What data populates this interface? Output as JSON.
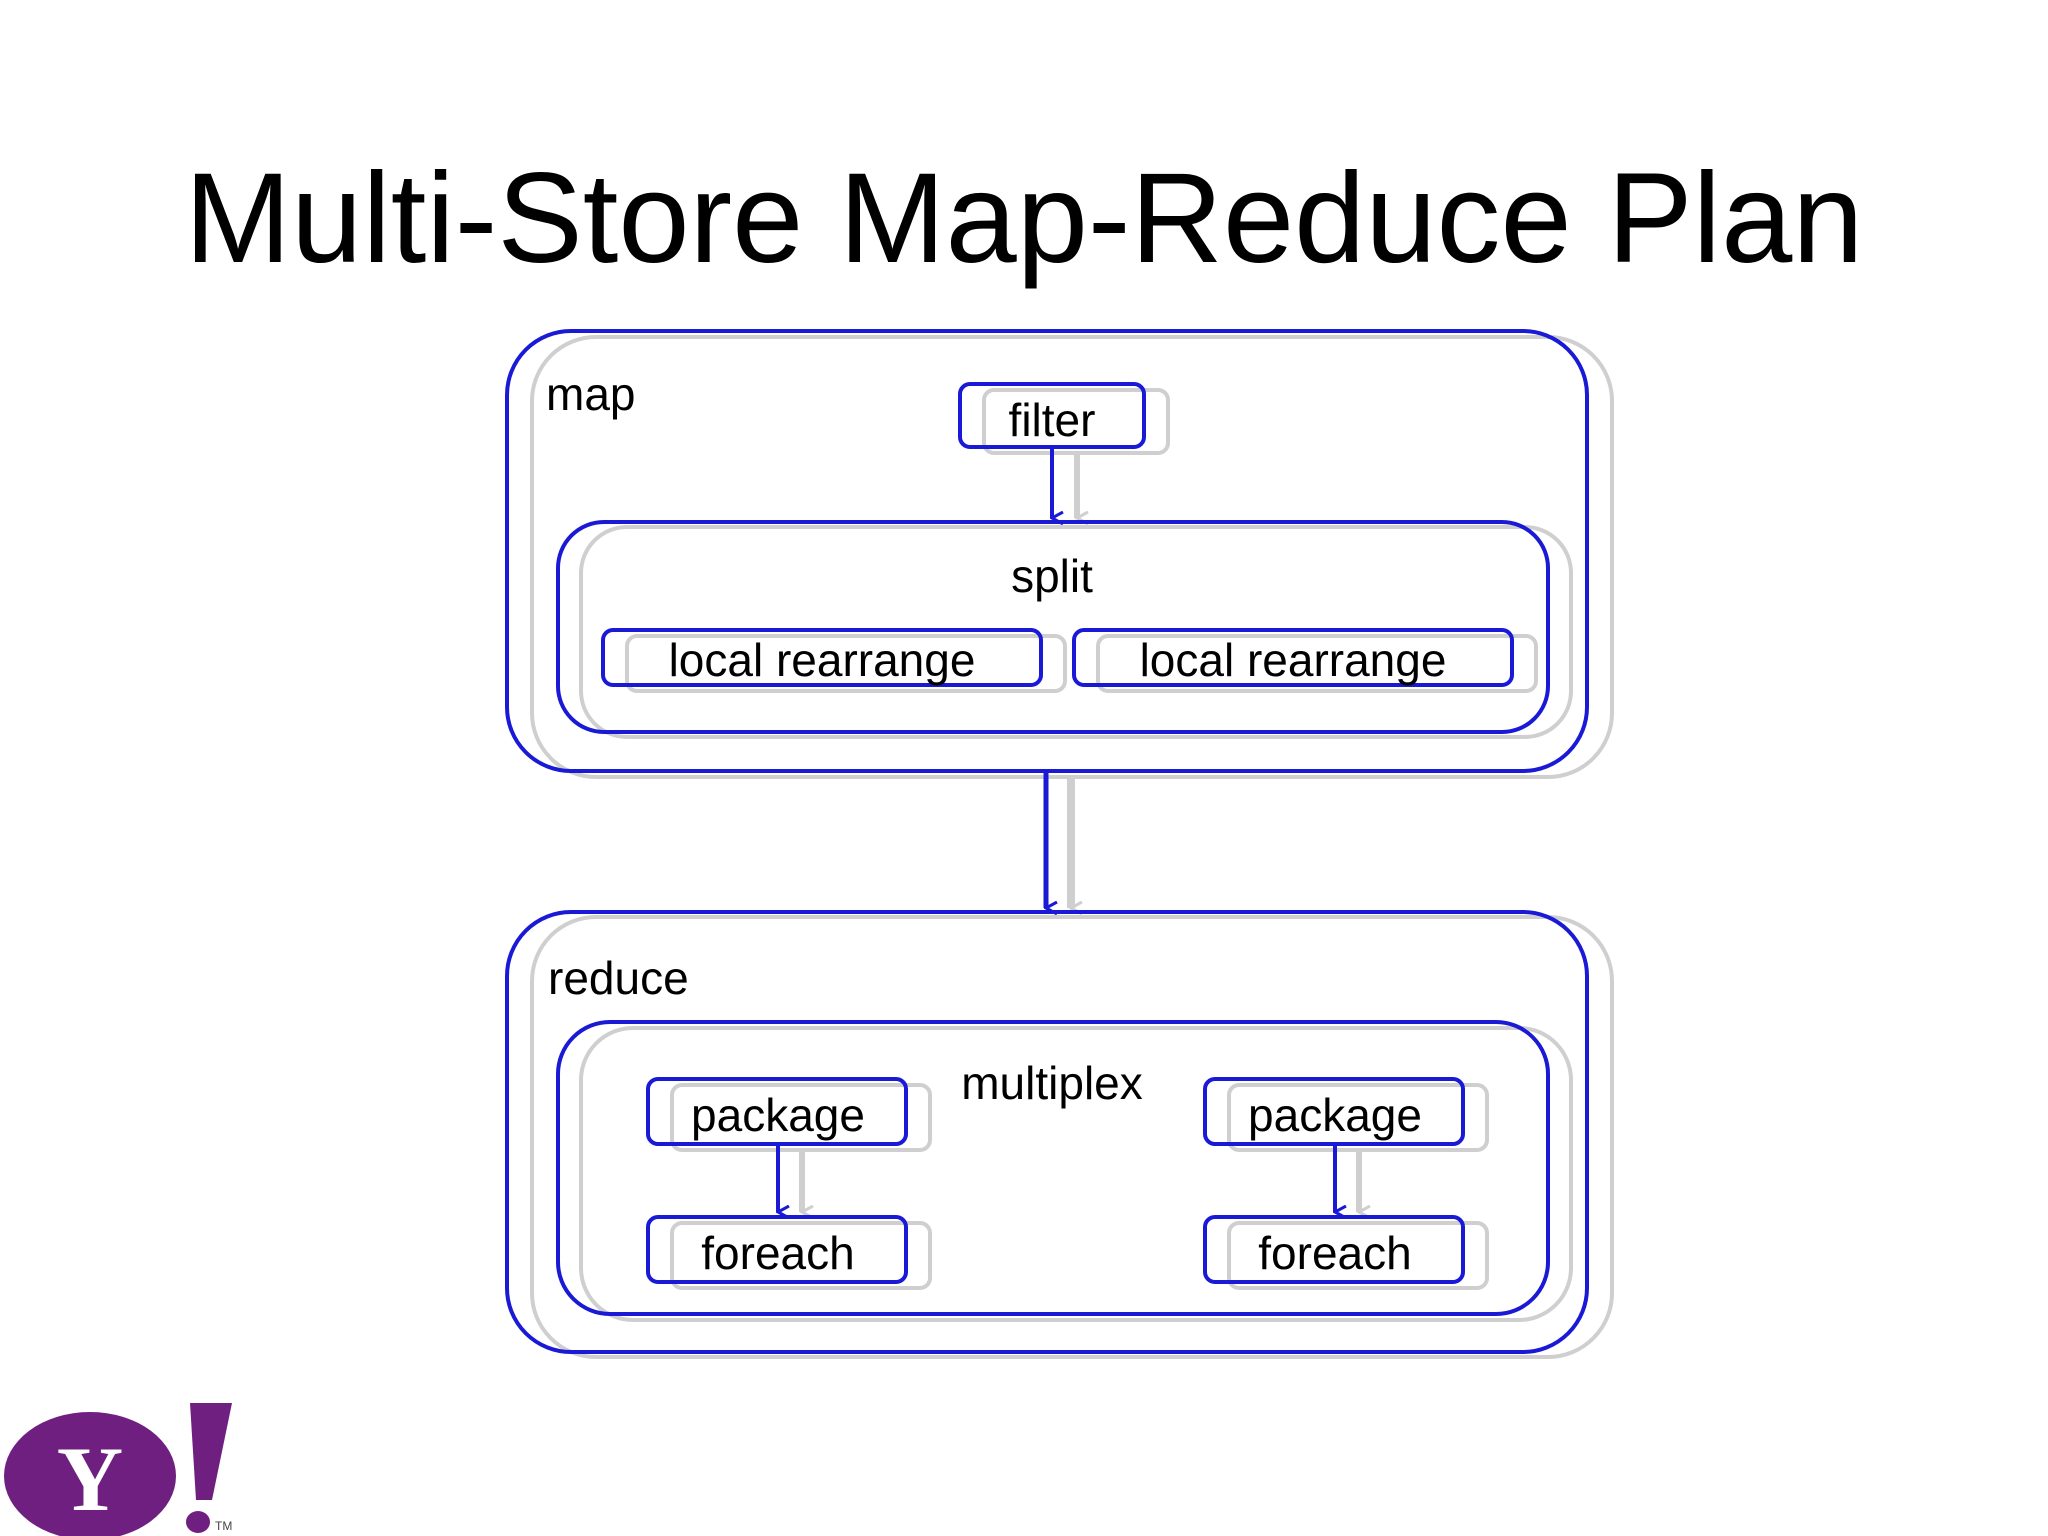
{
  "slide": {
    "title": "Multi-Store Map-Reduce Plan"
  },
  "diagram": {
    "map_label": "map",
    "filter_label": "filter",
    "split_label": "split",
    "local_rearrange_left": "local rearrange",
    "local_rearrange_right": "local rearrange",
    "reduce_label": "reduce",
    "multiplex_label": "multiplex",
    "package_left": "package",
    "package_right": "package",
    "foreach_left": "foreach",
    "foreach_right": "foreach"
  },
  "logo": {
    "letter": "Y",
    "exclaim": "!",
    "tm": "TM"
  },
  "colors": {
    "box_stroke": "#1a1ad6",
    "shadow_stroke": "#cfcfcf",
    "logo_purple": "#6f1f7f"
  }
}
